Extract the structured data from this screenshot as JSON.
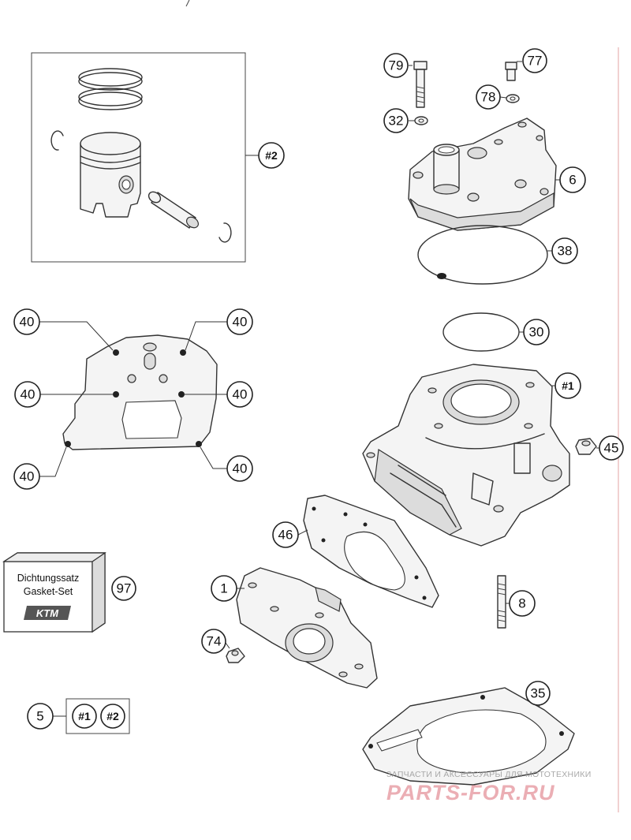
{
  "callouts": {
    "piston_kit": "#2",
    "cylinder_kit": "#1",
    "screw_79": "79",
    "screw_77": "77",
    "washer_78": "78",
    "washer_32": "32",
    "cylinder_head": "6",
    "oring_38": "38",
    "oring_30": "30",
    "nut_45": "45",
    "gasket_46": "46",
    "flange_1": "1",
    "stud_8": "8",
    "nut_74": "74",
    "base_gasket_35": "35",
    "gasket_set_97": "97",
    "kit_5": "5",
    "kit_5_part_a": "#1",
    "kit_5_part_b": "#2",
    "dot_40_top_left": "40",
    "dot_40_top_right": "40",
    "dot_40_mid_left": "40",
    "dot_40_mid_right": "40",
    "dot_40_bottom_left": "40",
    "dot_40_bottom_right": "40"
  },
  "gasket_box": {
    "line1": "Dichtungssatz",
    "line2": "Gasket-Set",
    "brand": "KTM"
  },
  "watermark": {
    "tagline": "ЗАПЧАСТИ И АКСЕССУАРЫ ДЛЯ МОТОТЕХНИКИ",
    "site": "PARTS-FOR.RU"
  }
}
